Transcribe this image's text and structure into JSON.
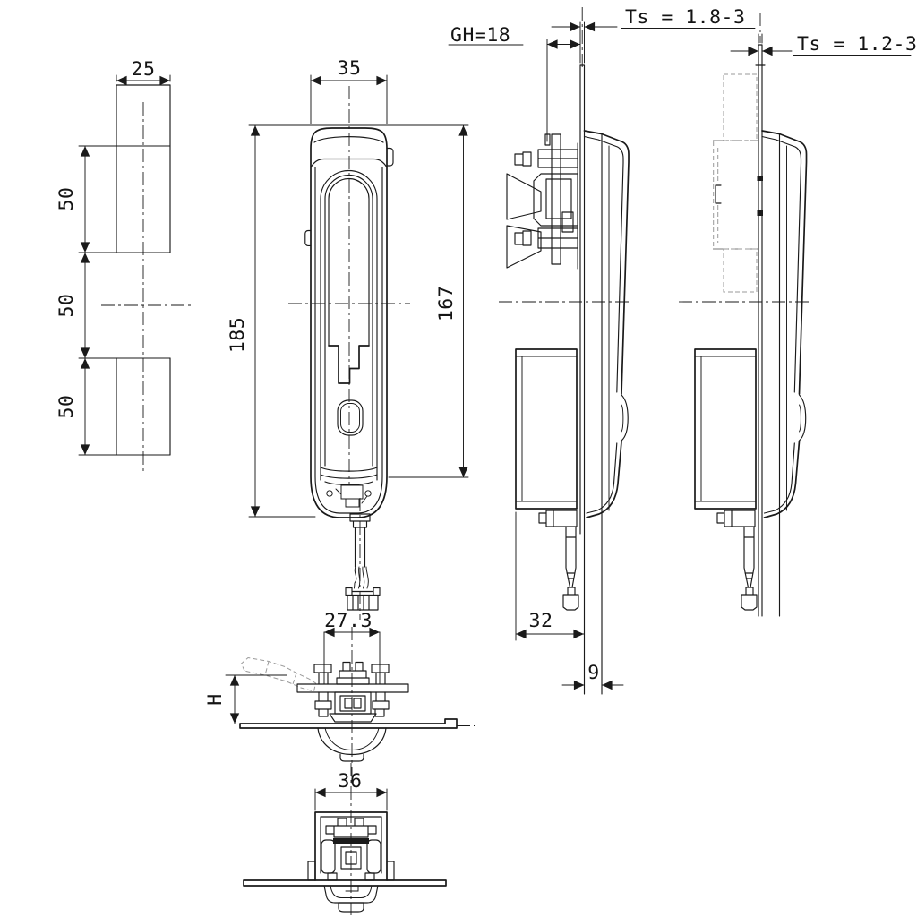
{
  "drawing": {
    "title": "swinghandle-technical-drawing",
    "colors": {
      "line": "#1a1a1a",
      "ghost": "#9a9a9a",
      "background": "#ffffff"
    },
    "views": {
      "cutout": {
        "dims": {
          "width": "25",
          "seg1": "50",
          "seg2": "50",
          "seg3": "50"
        }
      },
      "front": {
        "dims": {
          "width": "35",
          "total_height": "185",
          "body_height": "167"
        }
      },
      "side_a": {
        "labels": {
          "grip": "GH=18",
          "door": "Ts = 1.8-3"
        },
        "dims": {
          "case_depth": "32",
          "frame_offset": "9"
        }
      },
      "side_b": {
        "labels": {
          "door": "Ts = 1.2-3"
        }
      },
      "section": {
        "dims": {
          "width": "27.3",
          "height": "H"
        }
      },
      "bottom": {
        "dims": {
          "width": "36"
        }
      }
    }
  }
}
